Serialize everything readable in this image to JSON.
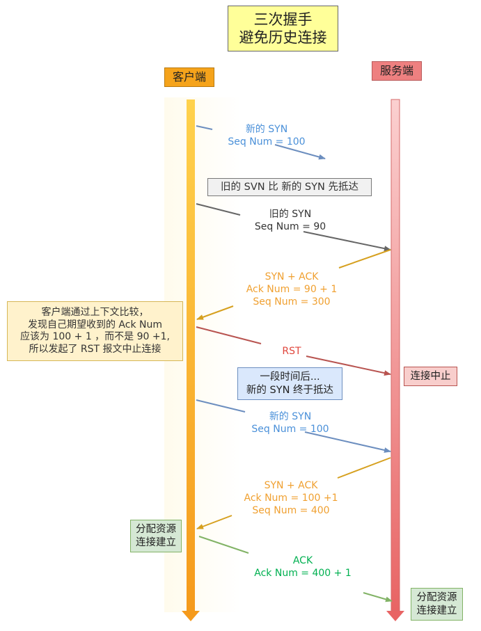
{
  "title": "三次握手\n避免历史连接",
  "client_label": "客户端",
  "server_label": "服务端",
  "colors": {
    "client_lifeline": "#f5a623",
    "server_lifeline": "#ea6b6b",
    "syn_new": "#6c8ebf",
    "syn_old": "#666666",
    "syn_ack": "#d6a01f",
    "rst": "#b85450",
    "ack": "#82b366",
    "label_blue": "#4a90d9",
    "label_orange": "#f0a030",
    "label_red": "#e0463c",
    "label_green": "#00b050"
  },
  "notes": {
    "old_first": "旧的 SVN 比 新的 SYN 先抵达",
    "client_check": "客户端通过上下文比较，\n发现自己期望收到的 Ack Num\n应该为 100 + 1 ，而不是 90 +1,\n所以发起了 RST 报文中止连接",
    "abort": "连接中止",
    "later": "一段时间后...\n新的 SYN 终于抵达",
    "client_alloc": "分配资源\n连接建立",
    "server_alloc": "分配资源\n连接建立"
  },
  "messages": [
    {
      "label": "新的 SYN\nSeq Num = 100",
      "color_key": "label_blue"
    },
    {
      "label": "旧的 SYN\nSeq Num = 90",
      "color_key": "label_dark"
    },
    {
      "label": "SYN + ACK\nAck Num =  90 + 1\nSeq Num = 300",
      "color_key": "label_orange"
    },
    {
      "label": "RST",
      "color_key": "label_red"
    },
    {
      "label": "新的 SYN\nSeq Num = 100",
      "color_key": "label_blue"
    },
    {
      "label": "SYN + ACK\nAck Num =  100 +1\nSeq Num = 400",
      "color_key": "label_orange"
    },
    {
      "label": "ACK\nAck Num = 400 + 1",
      "color_key": "label_green"
    }
  ]
}
